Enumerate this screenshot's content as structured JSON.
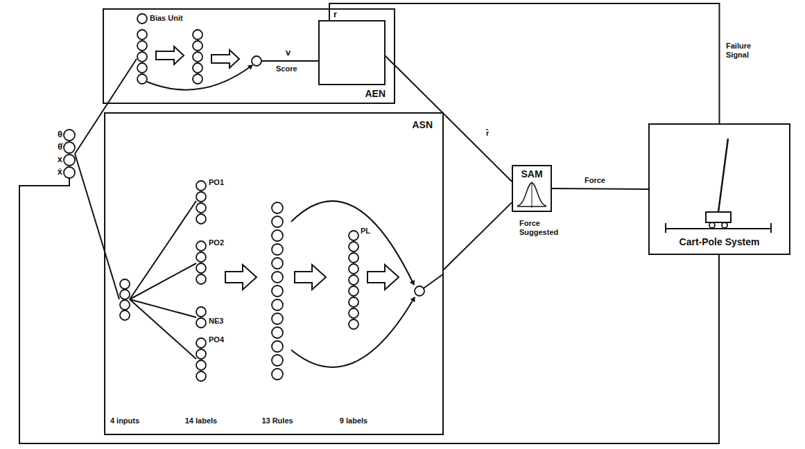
{
  "diagram": {
    "nodes": [
      {
        "text": [
          "AEN"
        ]
      },
      {
        "text": [
          "ASN"
        ]
      },
      {
        "text": [
          "SAM"
        ]
      },
      {
        "text": [
          "Cart-Pole System"
        ]
      }
    ],
    "edges": [
      {
        "from": 0,
        "to": 2,
        "label": "r̂",
        "arrow": "none"
      },
      {
        "from": 1,
        "to": 2,
        "label": "Force Suggested",
        "arrow": "none"
      },
      {
        "from": 2,
        "to": 3,
        "label": "Force",
        "arrow": "none"
      },
      {
        "from": 3,
        "to": 0,
        "label": "Failure Signal",
        "arrow": "none"
      }
    ],
    "labels": [
      "θ",
      "θ̇",
      "x",
      "ẋ",
      "Bias Unit",
      "v",
      "Score",
      "r",
      "PO1",
      "PO2",
      "NE3",
      "PO4",
      "PL",
      "4 inputs",
      "14 labels",
      "13 Rules",
      "9 labels"
    ]
  }
}
